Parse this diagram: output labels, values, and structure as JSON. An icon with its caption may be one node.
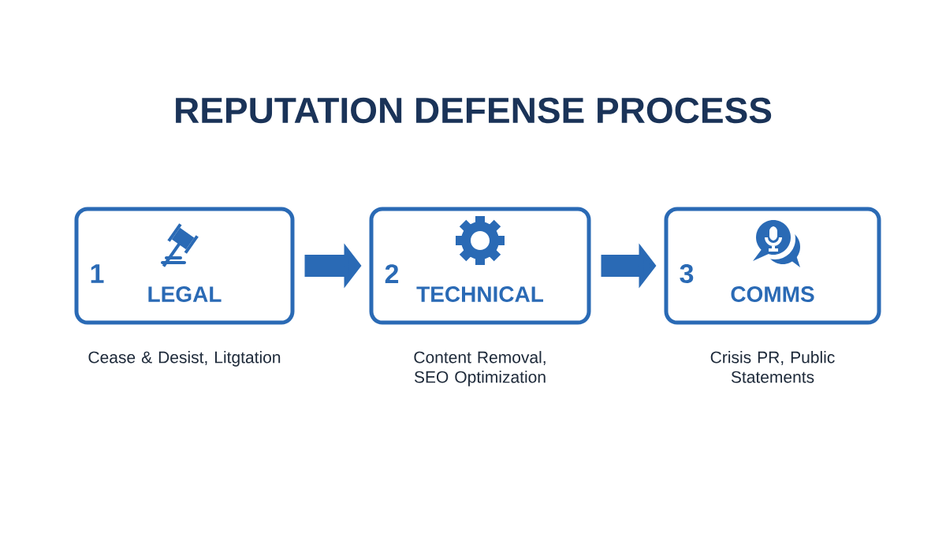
{
  "diagram": {
    "title": "REPUTATION DEFENSE PROCESS",
    "nodes": [
      {
        "text": [
          "1",
          "LEGAL"
        ],
        "beside": [
          "Cease & Desist, Litgtation"
        ]
      },
      {
        "text": [
          "2",
          "TECHNICAL"
        ],
        "beside": [
          "Content Removal, SEO Optimization"
        ]
      },
      {
        "text": [
          "3",
          "COMMS"
        ],
        "beside": [
          "Crisis PR, Public Statements"
        ]
      }
    ],
    "edges": [
      {
        "from": 0,
        "to": 1,
        "arrow": "to"
      },
      {
        "from": 1,
        "to": 2,
        "arrow": "to"
      }
    ]
  }
}
